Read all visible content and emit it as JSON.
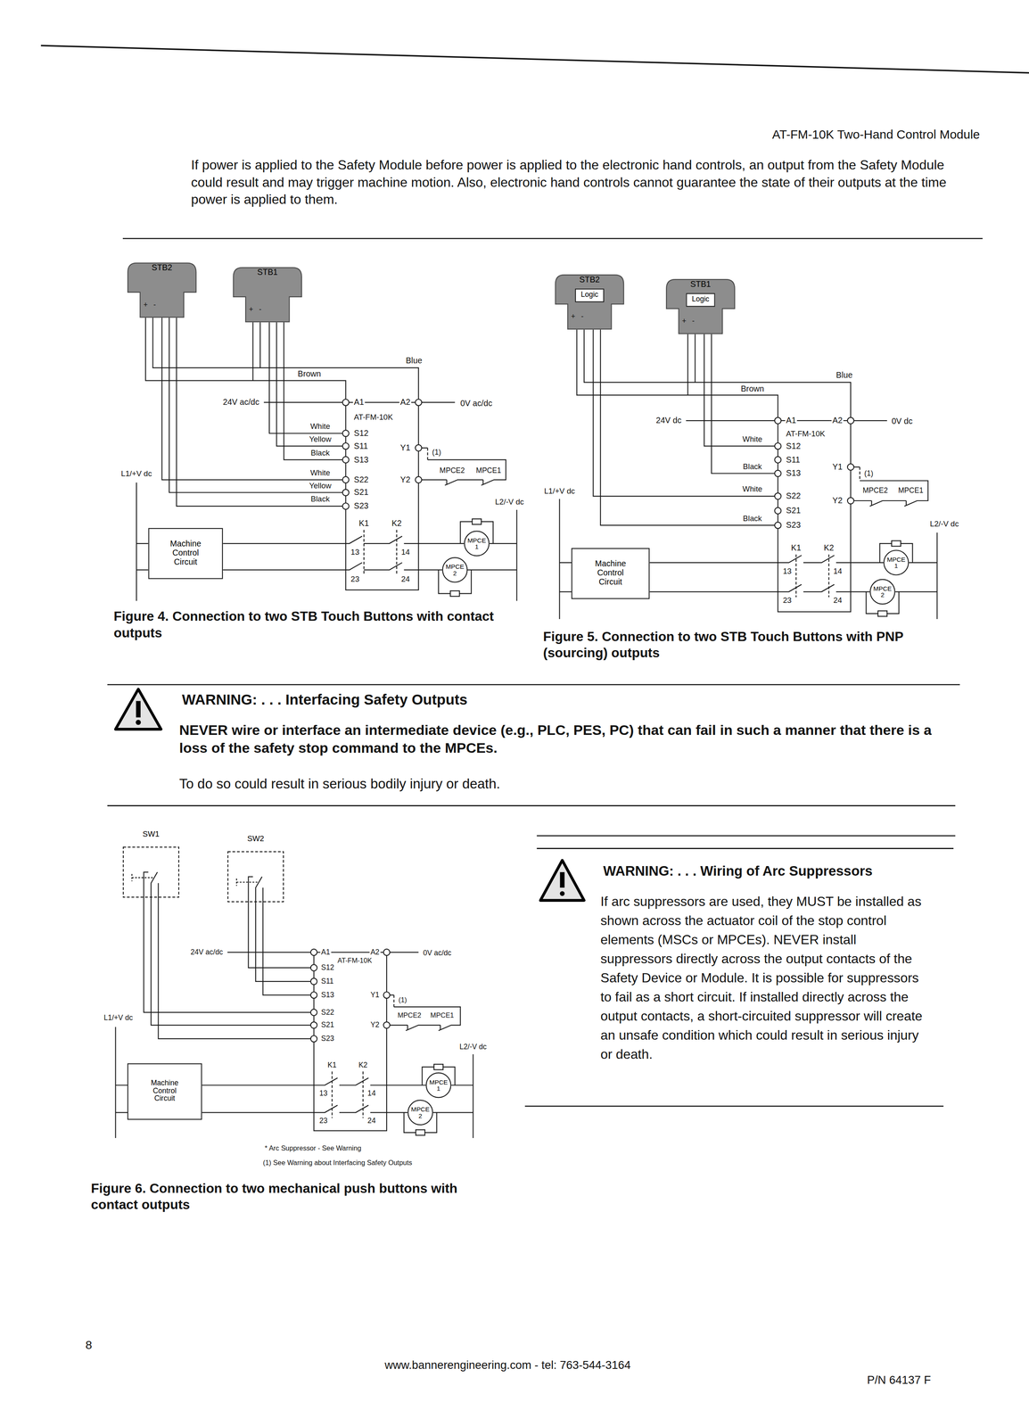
{
  "diagram": {
    "nodes": [
      {
        "text": [
          "STB2"
        ]
      },
      {
        "text": [
          "STB1"
        ]
      },
      {
        "text": [
          "Machine Control Circuit"
        ]
      },
      {
        "text": [
          "MPCE 1"
        ]
      },
      {
        "text": [
          "MPCE 2"
        ]
      },
      {
        "text": [
          "STB2"
        ]
      },
      {
        "text": [
          "Logic"
        ],
        "in": 5
      },
      {
        "text": [
          "STB1"
        ]
      },
      {
        "text": [
          "Logic"
        ],
        "in": 7
      },
      {
        "text": [
          "Machine Control Circuit"
        ]
      },
      {
        "text": [
          "MPCE 1"
        ]
      },
      {
        "text": [
          "MPCE 2"
        ]
      },
      {
        "text": [
          "SW1"
        ]
      },
      {
        "text": [
          "SW2"
        ]
      },
      {
        "text": [
          "Machine Control Circuit"
        ]
      },
      {
        "text": [
          "MPCE 1"
        ]
      },
      {
        "text": [
          "MPCE 2"
        ]
      }
    ],
    "labels": [
      "AT-FM-10K Two-Hand Control Module",
      "If power is applied to the Safety Module before power is applied to the electronic hand controls, an output from the Safety Module could result and may trigger machine motion. Also, electronic hand controls cannot guarantee the state of their outputs at the time power is applied to them.",
      "+",
      "-",
      "+",
      "-",
      "Blue",
      "Brown",
      "24V ac/dc",
      "A1",
      "A2",
      "0V ac/dc",
      "AT-FM-10K",
      "White",
      "S12",
      "Yellow",
      "S11",
      "Y1",
      "Black",
      "S13",
      "(1)",
      "MPCE2",
      "MPCE1",
      "White",
      "S22",
      "Y2",
      "Yellow",
      "S21",
      "Black",
      "S23",
      "L1/+V dc",
      "L2/-V dc",
      "K1",
      "K2",
      "13",
      "14",
      "23",
      "24",
      "Figure 4. Connection to two STB Touch Buttons with contact outputs",
      "+",
      "-",
      "+",
      "-",
      "Blue",
      "Brown",
      "24V dc",
      "A1",
      "A2",
      "0V dc",
      "AT-FM-10K",
      "White",
      "S12",
      "S11",
      "Y1",
      "Black",
      "S13",
      "(1)",
      "MPCE2",
      "MPCE1",
      "White",
      "S22",
      "Y2",
      "S21",
      "Black",
      "S23",
      "L1/+V dc",
      "L2/-V dc",
      "K1",
      "K2",
      "13",
      "14",
      "23",
      "24",
      "Figure 5. Connection to two STB Touch Buttons with PNP (sourcing) outputs",
      "24V ac/dc",
      "A1",
      "A2",
      "0V ac/dc",
      "AT-FM-10K",
      "S12",
      "S11",
      "Y1",
      "S13",
      "(1)",
      "MPCE2",
      "MPCE1",
      "S22",
      "Y2",
      "S21",
      "S23",
      "L2/-V dc",
      "L1/+V dc",
      "K1",
      "K2",
      "13",
      "14",
      "23",
      "24",
      "* Arc Suppressor - See Warning",
      "(1) See Warning about Interfacing Safety Outputs",
      "Figure 6. Connection to two mechanical push buttons with contact outputs",
      "WARNING: . . . Interfacing Safety Outputs",
      "NEVER wire or interface an intermediate device (e.g., PLC, PES, PC) that can fail in such a manner that there is a loss of the safety stop command to the MPCEs.",
      "To do so could result in serious bodily injury or death.",
      "WARNING: . . . Wiring of Arc Suppressors",
      "If arc suppressors are used, they MUST be installed as shown across the actuator coil of the stop control elements (MSCs or MPCEs). NEVER install suppressors directly across the output contacts of the Safety Device or Module. It is possible for suppressors to fail as a short circuit. If installed directly across the output contacts, a short-circuited suppressor will create an unsafe condition which could result in serious injury or death.",
      "8",
      "www.bannerengineering.com - tel: 763-544-3164",
      "P/N 64137 F"
    ]
  }
}
